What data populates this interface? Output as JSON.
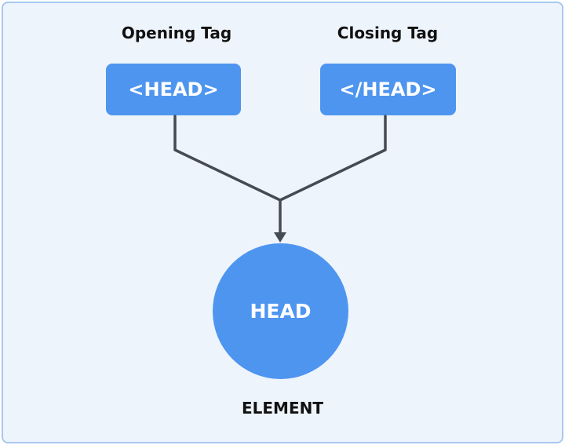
{
  "diagram": {
    "opening": {
      "heading": "Opening Tag",
      "tag": "<HEAD>"
    },
    "closing": {
      "heading": "Closing Tag",
      "tag": "</HEAD>"
    },
    "element": {
      "label": "HEAD",
      "caption": "ELEMENT"
    },
    "colors": {
      "node_fill": "#4e95f0",
      "background": "#eef4fc",
      "border": "#a8c8f0",
      "connector": "#444b54",
      "text_dark": "#111111",
      "text_light": "#ffffff"
    }
  }
}
